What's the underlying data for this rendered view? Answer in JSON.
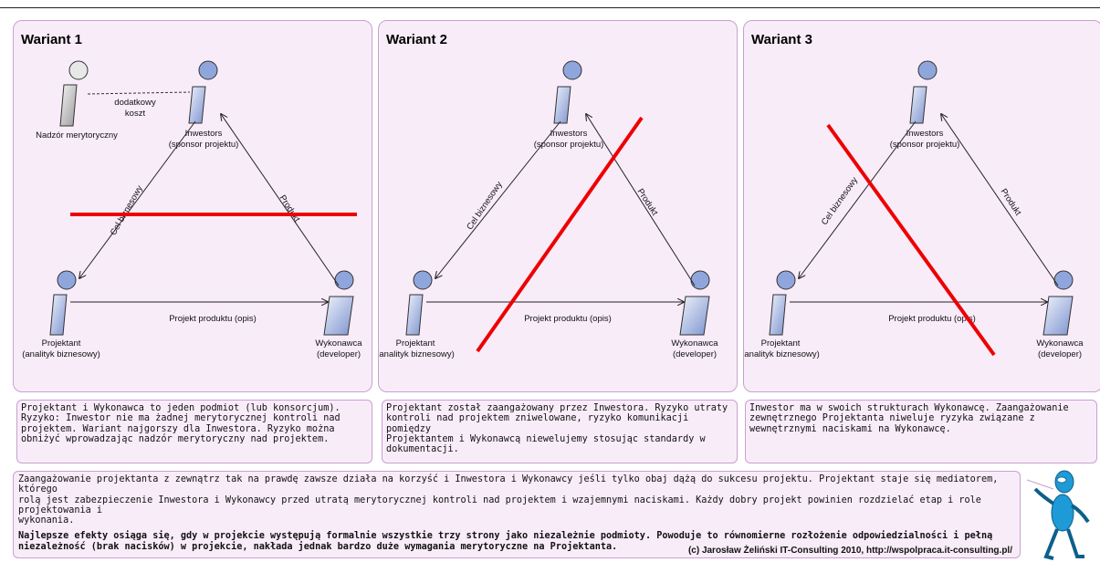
{
  "variants": [
    {
      "title": "Wariant 1",
      "investor": [
        "Inwestors",
        "(sponsor projektu)"
      ],
      "designer": [
        "Projektant",
        "(analityk biznesowy)"
      ],
      "contractor": [
        "Wykonawca",
        "(developer)"
      ],
      "edge_business_goal": "Cel biznesowy",
      "edge_product": "Produkt",
      "edge_design": "Projekt produktu (opis)",
      "supervisor": "Nadzór merytoryczny",
      "extra_cost": [
        "dodatkowy",
        "koszt"
      ],
      "note": [
        "Projektant i Wykonawca to jeden podmiot (lub konsorcjum).",
        "Ryzyko: Inwestor nie ma żadnej merytorycznej kontroli nad",
        "projektem. Wariant najgorszy dla Inwestora. Ryzyko można",
        "obniżyć wprowadzając nadzór merytoryczny nad projektem."
      ]
    },
    {
      "title": "Wariant 2",
      "investor": [
        "Inwestors",
        "(sponsor projektu)"
      ],
      "designer": [
        "Projektant",
        "(analityk biznesowy)"
      ],
      "contractor": [
        "Wykonawca",
        "(developer)"
      ],
      "edge_business_goal": "Cel biznesowy",
      "edge_product": "Produkt",
      "edge_design": "Projekt produktu (opis)",
      "note": [
        "Projektant został zaangażowany przez Inwestora. Ryzyko utraty",
        "kontroli nad projektem zniwelowane, ryzyko komunikacji pomiędzy",
        "Projektantem i Wykonawcą niewelujemy stosując standardy w",
        "dokumentacji."
      ]
    },
    {
      "title": "Wariant 3",
      "investor": [
        "Inwestors",
        "(sponsor projektu)"
      ],
      "designer": [
        "Projektant",
        "(analityk biznesowy)"
      ],
      "contractor": [
        "Wykonawca",
        "(developer)"
      ],
      "edge_business_goal": "Cel biznesowy",
      "edge_product": "Produkt",
      "edge_design": "Projekt produktu (opis)",
      "note": [
        "Inwestor ma w swoich strukturach Wykonawcę. Zaangażowanie",
        "zewnętrznego Projektanta niweluje ryzyka związane z",
        "wewnętrznymi naciskami na Wykonawcę."
      ]
    }
  ],
  "summary": {
    "lines": [
      "Zaangażowanie projektanta z zewnątrz tak na prawdę zawsze działa na korzyść i Inwestora i Wykonawcy jeśli tylko obaj dążą do sukcesu projektu. Projektant staje się mediatorem, którego",
      "rolą jest zabezpieczenie Inwestora i Wykonawcy przed utratą merytorycznej kontroli nad projektem i wzajemnymi naciskami. Każdy dobry projekt powinien rozdzielać etap i role projektowania i",
      "wykonania."
    ],
    "bold_lines": [
      "Najlepsze efekty osiąga się, gdy w projekcie występują formalnie wszystkie trzy strony jako niezależnie podmioty. Powoduje to równomierne rozłożenie odpowiedzialności i pełną",
      "niezależność (brak nacisków) w projekcie, nakłada jednak bardzo duże wymagania merytoryczne na Projektanta."
    ],
    "credit": "(c) Jarosław Żeliński IT-Consulting 2010, http://wspolpraca.it-consulting.pl/"
  },
  "colors": {
    "panel_bg": "#f9ecf9",
    "panel_border": "#c9a0cf",
    "actor_fill": "#8fa6dc",
    "cut_line": "#ee0000",
    "mascot": "#1e9ad6"
  }
}
